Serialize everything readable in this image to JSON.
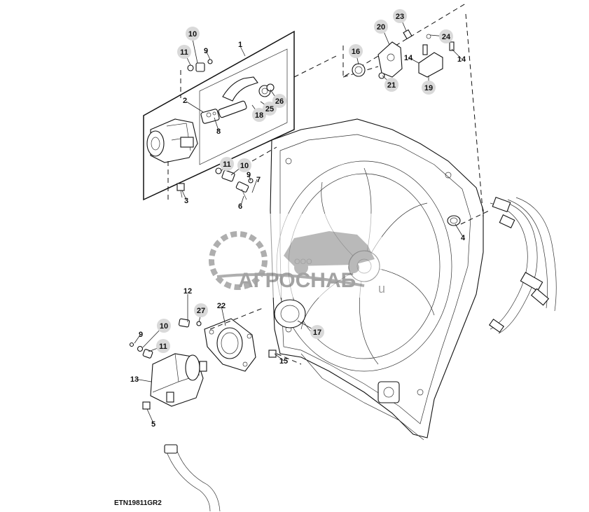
{
  "diagram": {
    "figure_code": "ETN19811GR2",
    "callouts": [
      {
        "id": "c10a",
        "label": "10"
      },
      {
        "id": "c11a",
        "label": "11"
      },
      {
        "id": "c9a",
        "label": "9"
      },
      {
        "id": "c1",
        "label": "1"
      },
      {
        "id": "c2",
        "label": "2"
      },
      {
        "id": "c26",
        "label": "26"
      },
      {
        "id": "c25",
        "label": "25"
      },
      {
        "id": "c18",
        "label": "18"
      },
      {
        "id": "c8",
        "label": "8"
      },
      {
        "id": "c11b",
        "label": "11"
      },
      {
        "id": "c10b",
        "label": "10"
      },
      {
        "id": "c9b",
        "label": "9"
      },
      {
        "id": "c7",
        "label": "7"
      },
      {
        "id": "c6",
        "label": "6"
      },
      {
        "id": "c3",
        "label": "3"
      },
      {
        "id": "c23",
        "label": "23"
      },
      {
        "id": "c20",
        "label": "20"
      },
      {
        "id": "c24",
        "label": "24"
      },
      {
        "id": "c16",
        "label": "16"
      },
      {
        "id": "c14a",
        "label": "14"
      },
      {
        "id": "c14b",
        "label": "14"
      },
      {
        "id": "c21",
        "label": "21"
      },
      {
        "id": "c19",
        "label": "19"
      },
      {
        "id": "c4",
        "label": "4"
      },
      {
        "id": "c12",
        "label": "12"
      },
      {
        "id": "c27",
        "label": "27"
      },
      {
        "id": "c22",
        "label": "22"
      },
      {
        "id": "c17",
        "label": "17"
      },
      {
        "id": "c9c",
        "label": "9"
      },
      {
        "id": "c10c",
        "label": "10"
      },
      {
        "id": "c11c",
        "label": "11"
      },
      {
        "id": "c13",
        "label": "13"
      },
      {
        "id": "c15",
        "label": "15"
      },
      {
        "id": "c5",
        "label": "5"
      }
    ]
  },
  "watermark": {
    "company_prefix": "ООО",
    "company_name": "АГРОСНАБ",
    "suffix": "u"
  }
}
